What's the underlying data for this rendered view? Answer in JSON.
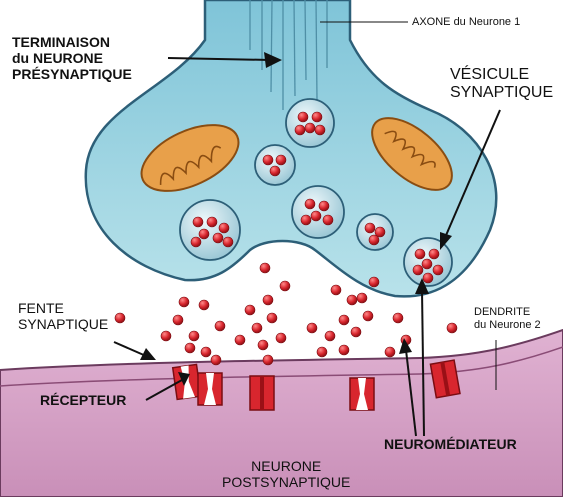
{
  "labels": {
    "terminaison": [
      "TERMINAISON",
      "du NEURONE",
      "PRÉSYNAPTIQUE"
    ],
    "axone": "AXONE du Neurone 1",
    "vesicule": [
      "VÉSICULE",
      "SYNAPTIQUE"
    ],
    "fente": [
      "FENTE",
      "SYNAPTIQUE"
    ],
    "dendrite": [
      "DENDRITE",
      "du Neurone 2"
    ],
    "recepteur": "RÉCEPTEUR",
    "neuromediateur": "NEUROMÉDIATEUR",
    "postsynaptique": [
      "NEURONE",
      "POSTSYNAPTIQUE"
    ]
  },
  "colors": {
    "terminal_fill": "#a9dbe6",
    "terminal_stroke": "#2d5f78",
    "postsynaptic_fill": "#d8a6c8",
    "postsynaptic_stroke": "#6b3b5e",
    "mitochondria": "#e8a04a",
    "neurotransmitter": "#d8262e",
    "vesicle_fill": "#c6e3ec",
    "receptor": "#d8262e"
  }
}
